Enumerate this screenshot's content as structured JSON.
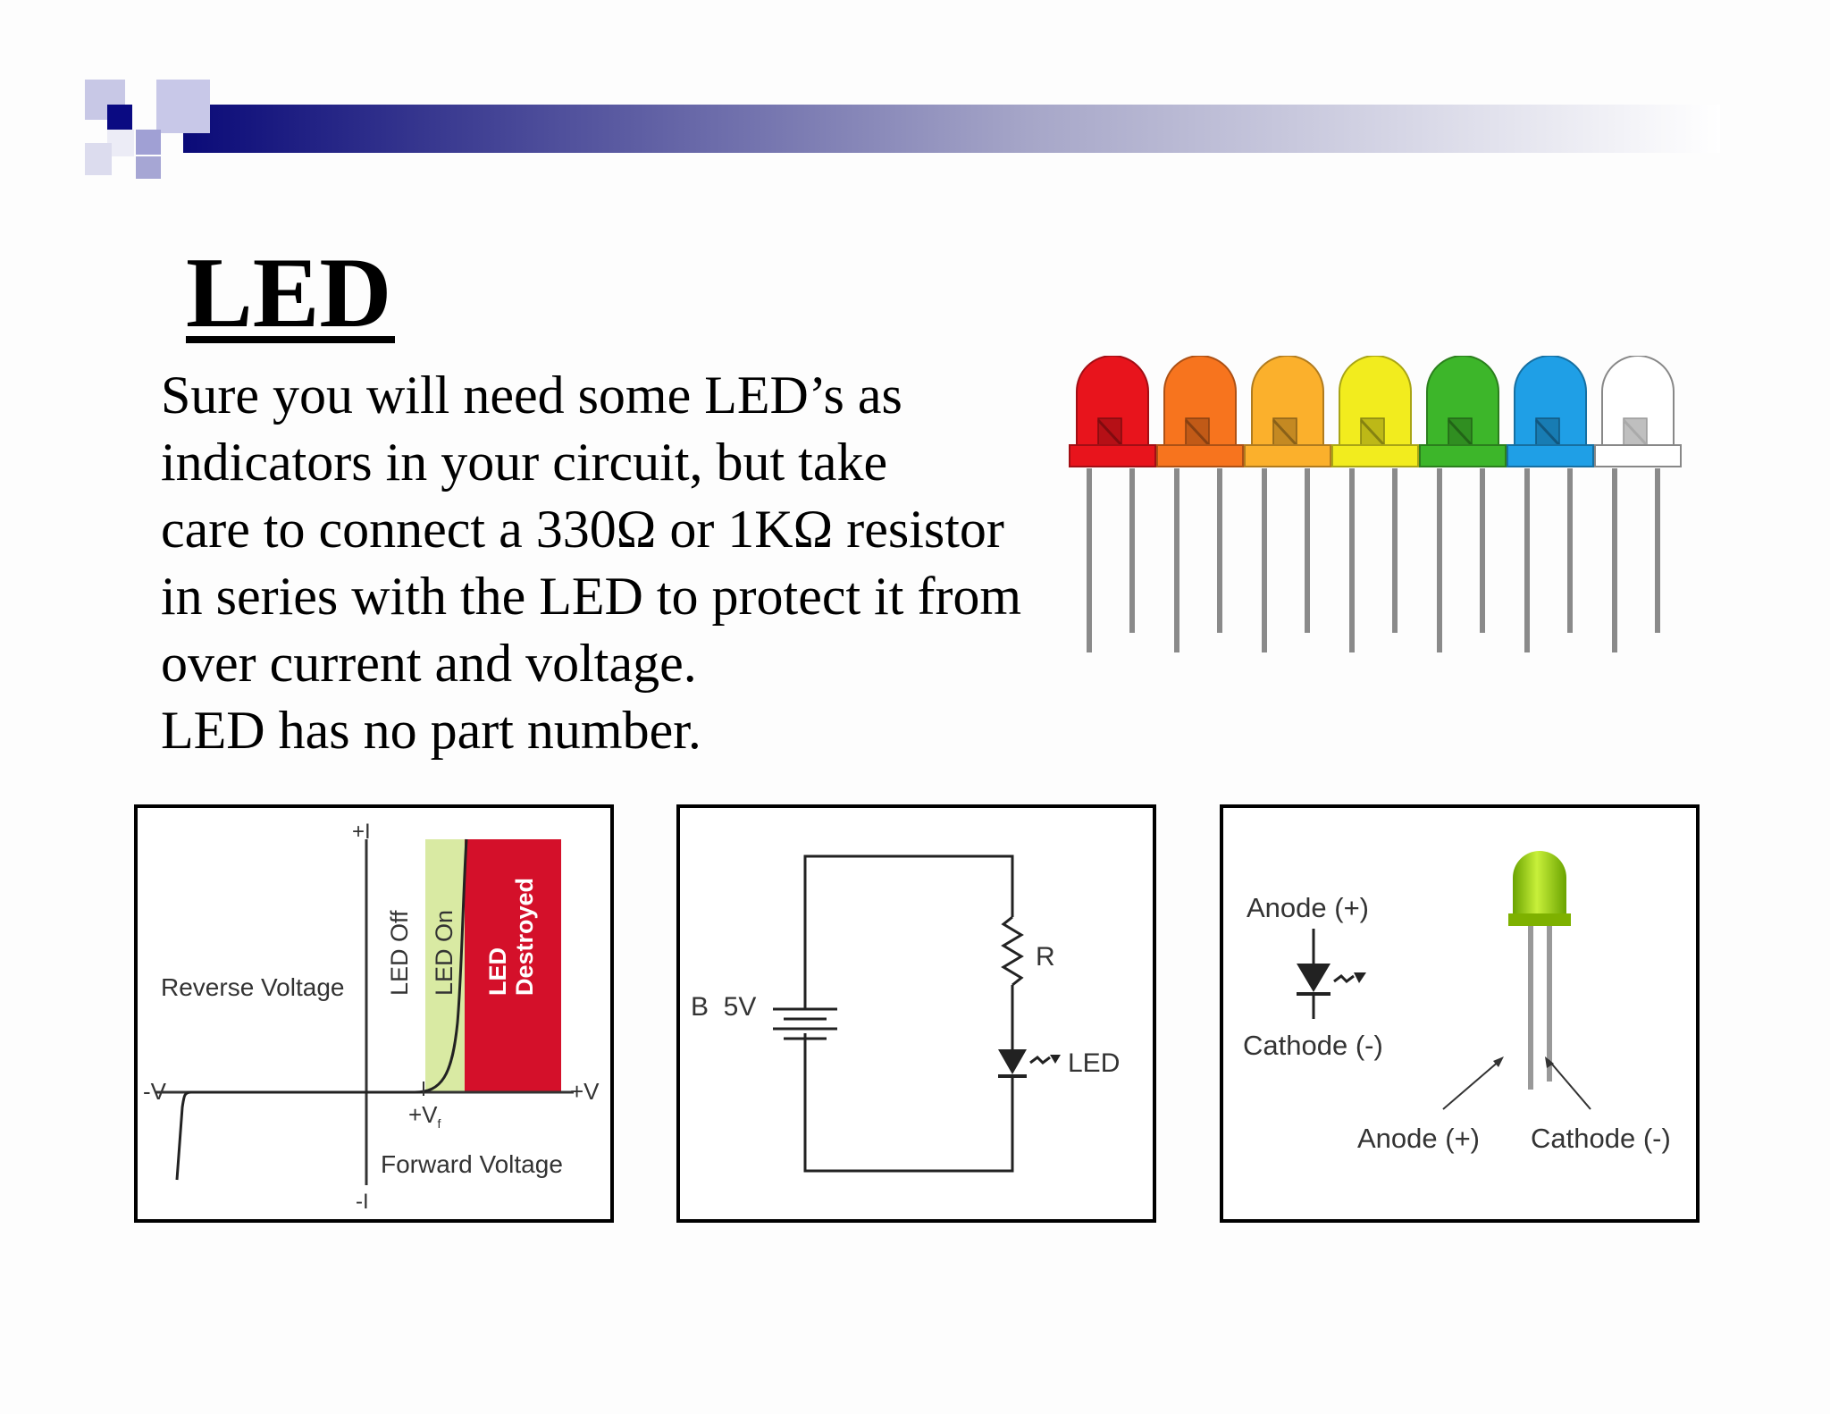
{
  "slide": {
    "title": "LED",
    "body_lines": [
      "Sure you will need some LED’s as",
      "indicators in your circuit, but take",
      "care to connect a 330Ω or 1KΩ resistor",
      "in series with the LED to protect it from",
      "over current and voltage.",
      "LED has no part number."
    ]
  },
  "led_colors": [
    "#e8141c",
    "#f7741e",
    "#fbb02c",
    "#f2ec1e",
    "#3db62a",
    "#1f9fe6",
    "#ffffff"
  ],
  "iv_curve": {
    "plus_i": "+I",
    "minus_i": "-I",
    "minus_v": "-V",
    "plus_v": "+V",
    "forward_threshold": "+V",
    "forward_threshold_sub": "f",
    "reverse_label": "Reverse Voltage",
    "forward_label": "Forward Voltage",
    "region_off": "LED Off",
    "region_on": "LED On",
    "region_destroyed_1": "LED",
    "region_destroyed_2": "Destroyed",
    "color_on": "#d9eaa3",
    "color_destroyed": "#d4102a"
  },
  "circuit": {
    "battery_label": "B  5V",
    "resistor_label": "R",
    "led_label": "LED"
  },
  "pinout": {
    "symbol_anode": "Anode (+)",
    "symbol_cathode": "Cathode (-)",
    "leg_anode": "Anode (+)",
    "leg_cathode": "Cathode (-)",
    "led_color": "#9ad400"
  }
}
